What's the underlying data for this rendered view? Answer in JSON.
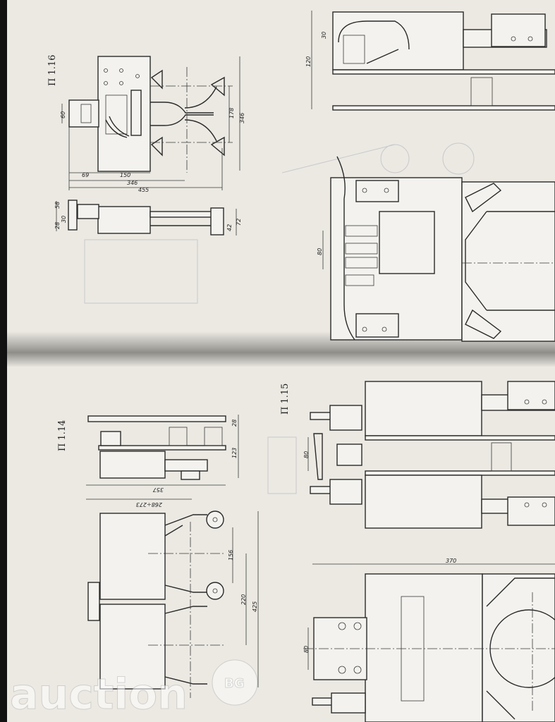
{
  "figures": {
    "p116": {
      "label": "П 1.16",
      "dims": {
        "d60": "60",
        "d178": "178",
        "d346v": "346",
        "d69": "69",
        "d150": "150",
        "d346h": "346",
        "d455": "455",
        "d58": "58",
        "d28": "28",
        "d30": "30",
        "d42": "42",
        "d72": "72"
      }
    },
    "p114": {
      "label": "П 1.14",
      "dims": {
        "d28": "28",
        "d123": "123",
        "d357": "357",
        "d268": "268÷273",
        "d156": "156",
        "d220": "220",
        "d425": "425"
      }
    },
    "p115": {
      "label": "П 1.15",
      "dims": {
        "d80a": "80",
        "d370": "370",
        "d80b": "80"
      }
    },
    "top_right": {
      "dims": {
        "d120": "120",
        "d30": "30",
        "d80": "80"
      }
    }
  },
  "watermark": {
    "text": "auction",
    "suffix": "BG"
  },
  "colors": {
    "paper": "#ebe9e2",
    "ink": "#2a2a2a",
    "binding": "#111111"
  }
}
